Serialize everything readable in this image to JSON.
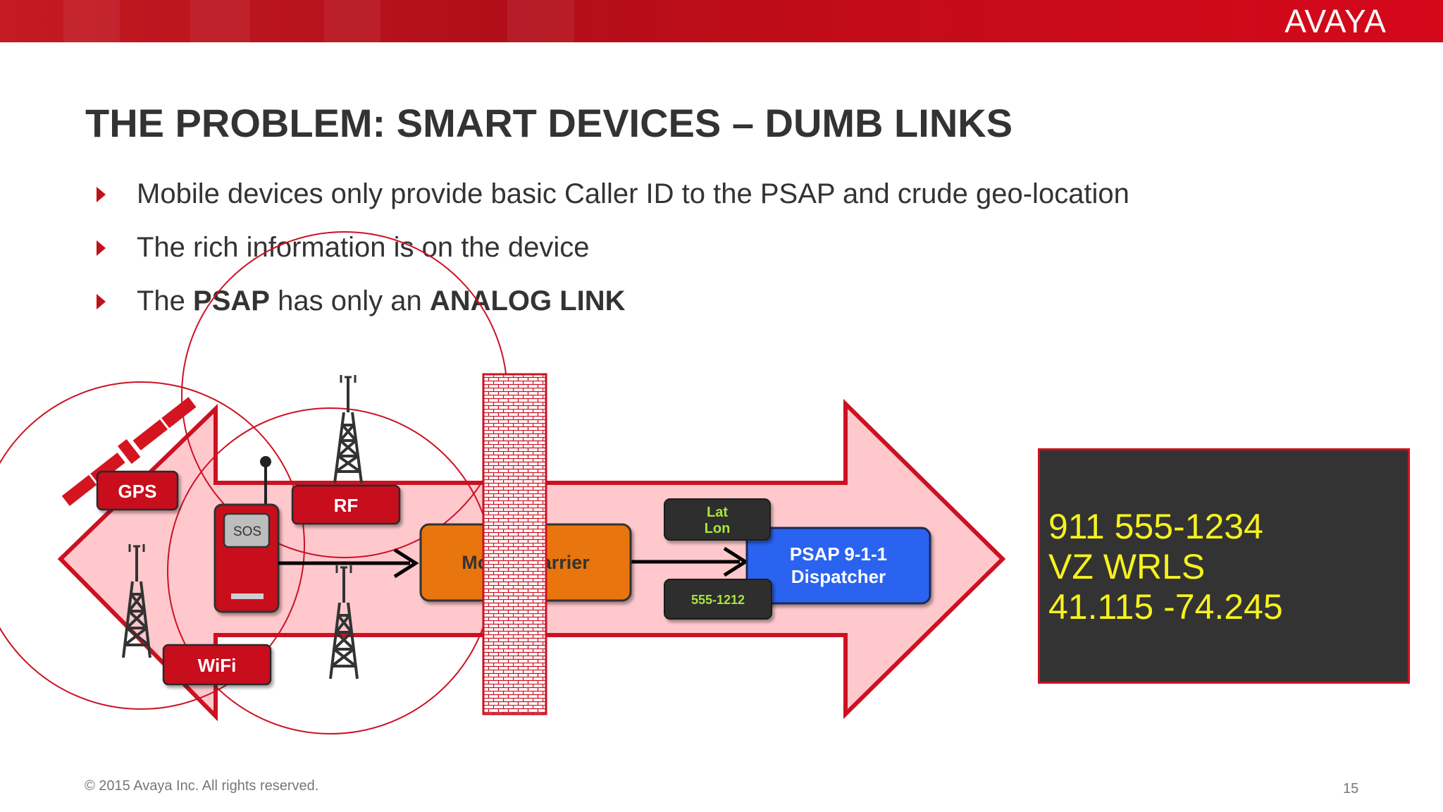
{
  "header": {
    "logo_text": "AVAYA"
  },
  "slide": {
    "title": "THE PROBLEM: SMART DEVICES – DUMB LINKS",
    "bullets": [
      {
        "parts": [
          {
            "text": "Mobile devices only provide basic Caller ID to the PSAP and crude geo-location",
            "bold": false
          }
        ]
      },
      {
        "parts": [
          {
            "text": "The rich information is on the device",
            "bold": false
          }
        ]
      },
      {
        "parts": [
          {
            "text": "The ",
            "bold": false
          },
          {
            "text": "PSAP",
            "bold": true
          },
          {
            "text": " has only an ",
            "bold": false
          },
          {
            "text": "ANALOG LINK",
            "bold": true
          }
        ]
      }
    ]
  },
  "diagram": {
    "labels": {
      "gps": "GPS",
      "rf": "RF",
      "wifi": "WiFi",
      "sos": "SOS",
      "carrier": "Mobile Carrier",
      "lat": "Lat",
      "lon": "Lon",
      "phone_number": "555-1212",
      "psap_line1": "PSAP 9-1-1",
      "psap_line2": "Dispatcher"
    },
    "colors": {
      "brand_red": "#cc1122",
      "arrow_fill": "#ffc8cc",
      "carrier_orange": "#e8750f",
      "psap_blue": "#2a64f0",
      "dark_box": "#333333",
      "data_yellow": "#f6f21e"
    }
  },
  "display": {
    "line1": "911 555-1234",
    "line2": "VZ WRLS",
    "line3": "41.115 -74.245"
  },
  "footer": {
    "copyright": "© 2015 Avaya Inc. All rights reserved.",
    "page_number": "15"
  }
}
